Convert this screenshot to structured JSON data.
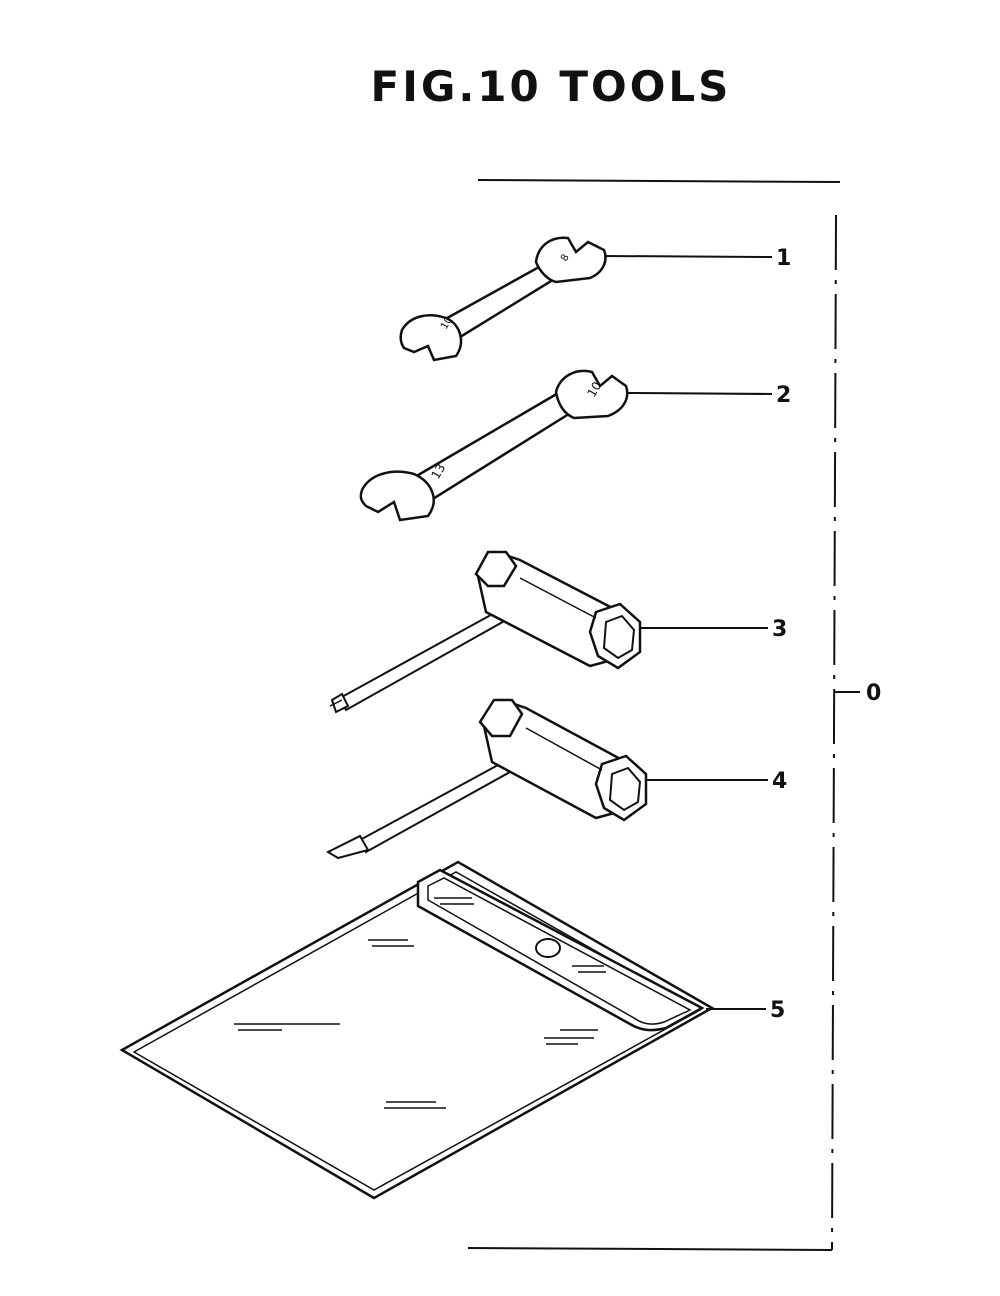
{
  "figure": {
    "title": "FIG.10 TOOLS"
  },
  "parts": [
    {
      "ref": "1",
      "stamp_a": "8",
      "stamp_b": "10"
    },
    {
      "ref": "2",
      "stamp_a": "10",
      "stamp_b": "13"
    },
    {
      "ref": "3"
    },
    {
      "ref": "4"
    },
    {
      "ref": "5"
    }
  ],
  "assembly": {
    "ref": "0"
  }
}
